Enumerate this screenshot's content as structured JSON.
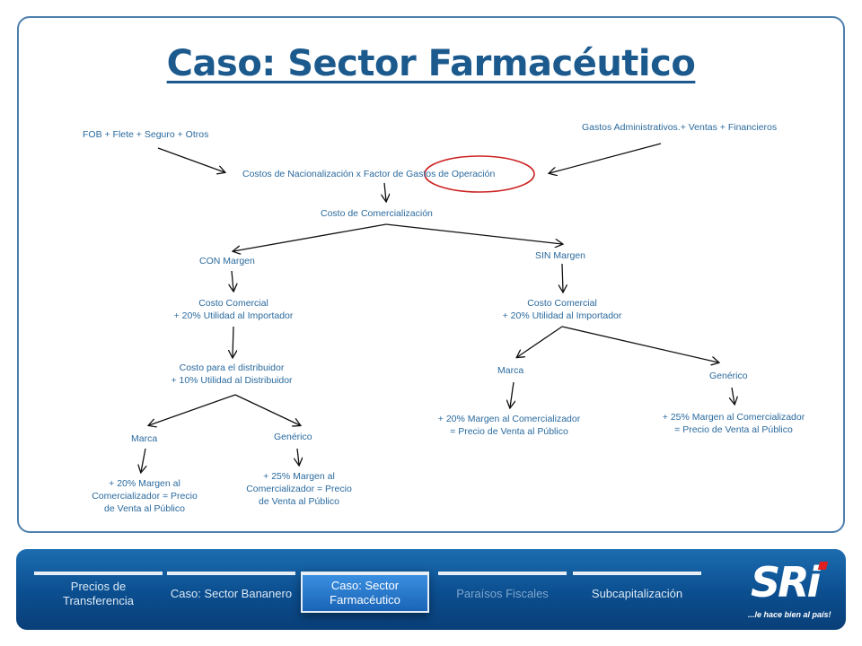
{
  "title": "Caso: Sector Farmacéutico",
  "nodes": {
    "fob": "FOB + Flete + Seguro + Otros",
    "gastos": "Gastos Administrativos.+ Ventas + Financieros",
    "nacionalizacion": "Costos de Nacionalización x Factor de Gastos de Operación",
    "comercializacion": "Costo de Comercialización",
    "con_margen": "CON Margen",
    "sin_margen": "SIN Margen",
    "costo_comercial_left": "Costo Comercial\n+ 20% Utilidad al Importador",
    "costo_comercial_right": "Costo Comercial\n+ 20% Utilidad al Importador",
    "distribuidor": "Costo para el distribuidor\n+ 10% Utilidad al Distribuidor",
    "marca_left": "Marca",
    "generico_left": "Genérico",
    "marca_left_result": "+ 20% Margen al Comercializador = Precio de Venta al Público",
    "generico_left_result": "+ 25% Margen al Comercializador = Precio de Venta al Público",
    "marca_right": "Marca",
    "generico_right": "Genérico",
    "marca_right_result": "+ 20% Margen al Comercializador\n= Precio de Venta al Público",
    "generico_right_result": "+ 25% Margen al Comercializador\n= Precio de Venta al Público"
  },
  "nav": {
    "tabs": [
      {
        "label": "Precios de Transferencia"
      },
      {
        "label": "Caso: Sector Bananero"
      },
      {
        "label": "Caso: Sector Farmacéutico"
      },
      {
        "label": "Paraísos Fiscales"
      },
      {
        "label": "Subcapitalización"
      }
    ]
  },
  "brand": {
    "logo": "SRi",
    "slogan": "...le hace bien al país!"
  },
  "colors": {
    "title": "#1c5a8e",
    "text": "#2a6a9e",
    "footer": "#0b4e8f",
    "highlight_circle": "#cc2222"
  }
}
